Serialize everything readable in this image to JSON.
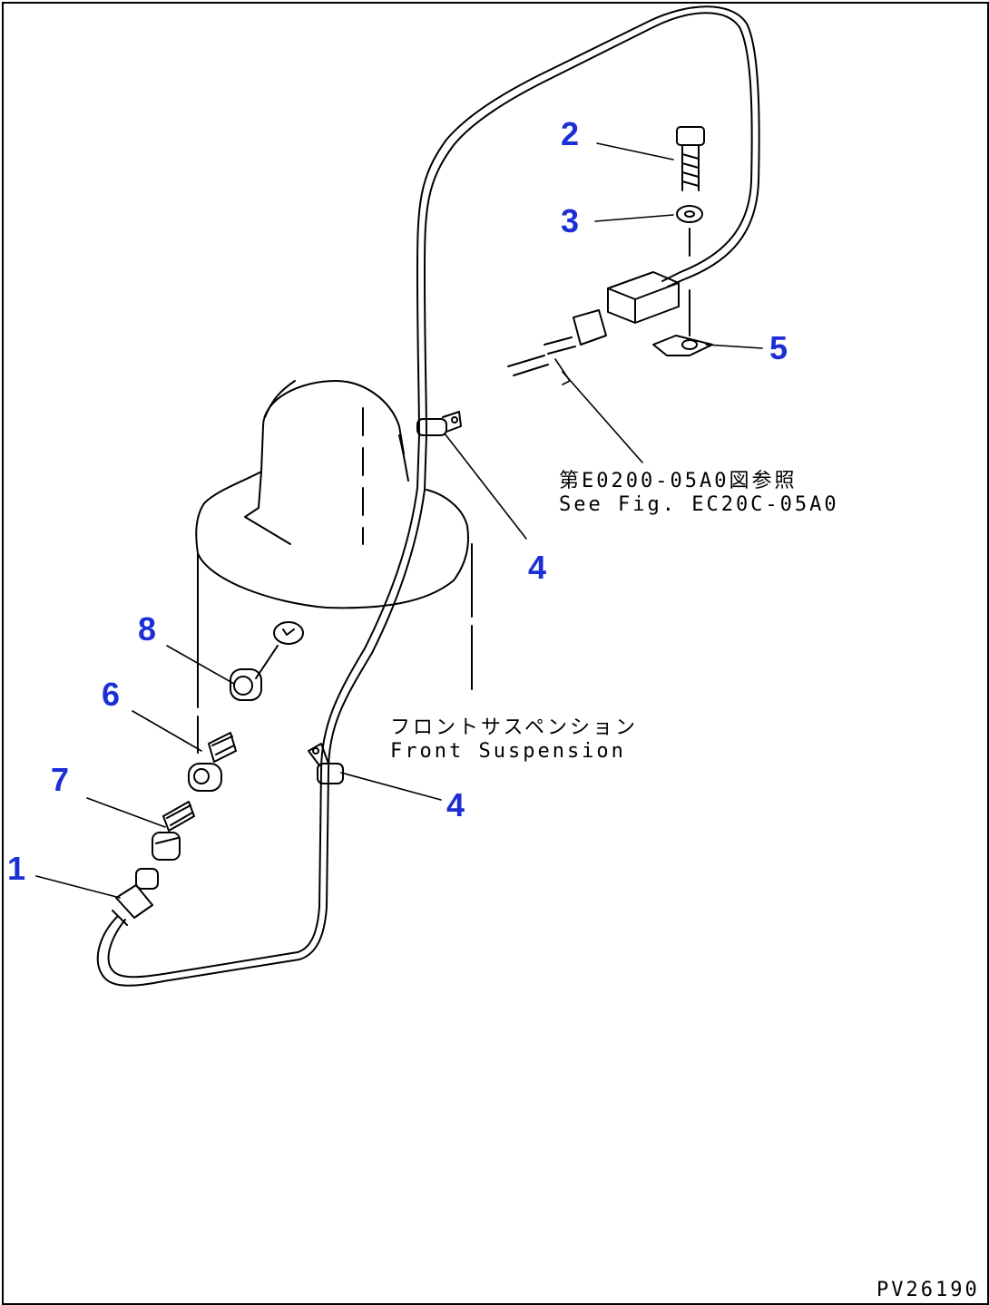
{
  "drawing": {
    "drawing_code": "PV26190",
    "reference_note": {
      "line_jp": "第E0200-05A0図参照",
      "line_en": "See Fig. EC20C-05A0"
    },
    "component_label": {
      "line_jp": "フロントサスペンション",
      "line_en": "Front Suspension"
    }
  },
  "callouts": [
    "1",
    "2",
    "3",
    "4",
    "4",
    "5",
    "6",
    "7",
    "8"
  ],
  "colors": {
    "callout": "#1c2fd6",
    "line": "#000000",
    "background": "#ffffff"
  }
}
